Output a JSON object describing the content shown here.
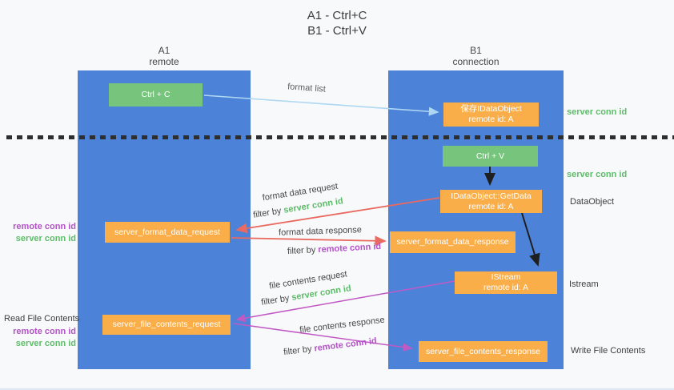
{
  "colors": {
    "column_blue": "#4d82d9",
    "box_green": "#77c57d",
    "box_orange": "#f9ae49",
    "text_green": "#5cbd68",
    "text_purple": "#b452c8",
    "arrow_red": "#e96a60",
    "arrow_magenta": "#c159c5",
    "arrow_blue": "#aed7f2",
    "arrow_black": "#1f1f1f"
  },
  "title": {
    "line1": "A1 - Ctrl+C",
    "line2": "B1 - Ctrl+V"
  },
  "columns": {
    "left": {
      "name": "A1",
      "role": "remote"
    },
    "right": {
      "name": "B1",
      "role": "connection"
    }
  },
  "nodes": {
    "ctrl_c": {
      "label": "Ctrl + C"
    },
    "ctrl_v": {
      "label": "Ctrl + V"
    },
    "save_idataobject": {
      "line1": "保存IDataObject",
      "line2": "remote id: A"
    },
    "idataobject_getdata": {
      "line1": "IDataObject::GetData",
      "line2": "remote id: A"
    },
    "istream": {
      "line1": "IStream",
      "line2": "remote id: A"
    },
    "server_format_data_request": {
      "label": "server_format_data_request"
    },
    "server_format_data_response": {
      "label": "server_format_data_response"
    },
    "server_file_contents_request": {
      "label": "server_file_contents_request"
    },
    "server_file_contents_response": {
      "label": "server_file_contents_response"
    }
  },
  "arrow_labels": {
    "format_list": "format list",
    "format_data_request": "format data request",
    "format_data_response": "format data response",
    "file_contents_request": "file contents request",
    "file_contents_response": "file contents response",
    "filter_by": "filter by",
    "server_conn_id": "server conn id",
    "remote_conn_id": "remote conn id"
  },
  "side_labels": {
    "server_conn_id_top": "server conn id",
    "server_conn_id_mid": "server conn id",
    "dataobject": "DataObject",
    "istream": "Istream",
    "write_file_contents": "Write File Contents",
    "read_file_contents": "Read File Contents",
    "remote_conn_id": "remote conn id",
    "server_conn_id": "server conn id"
  }
}
